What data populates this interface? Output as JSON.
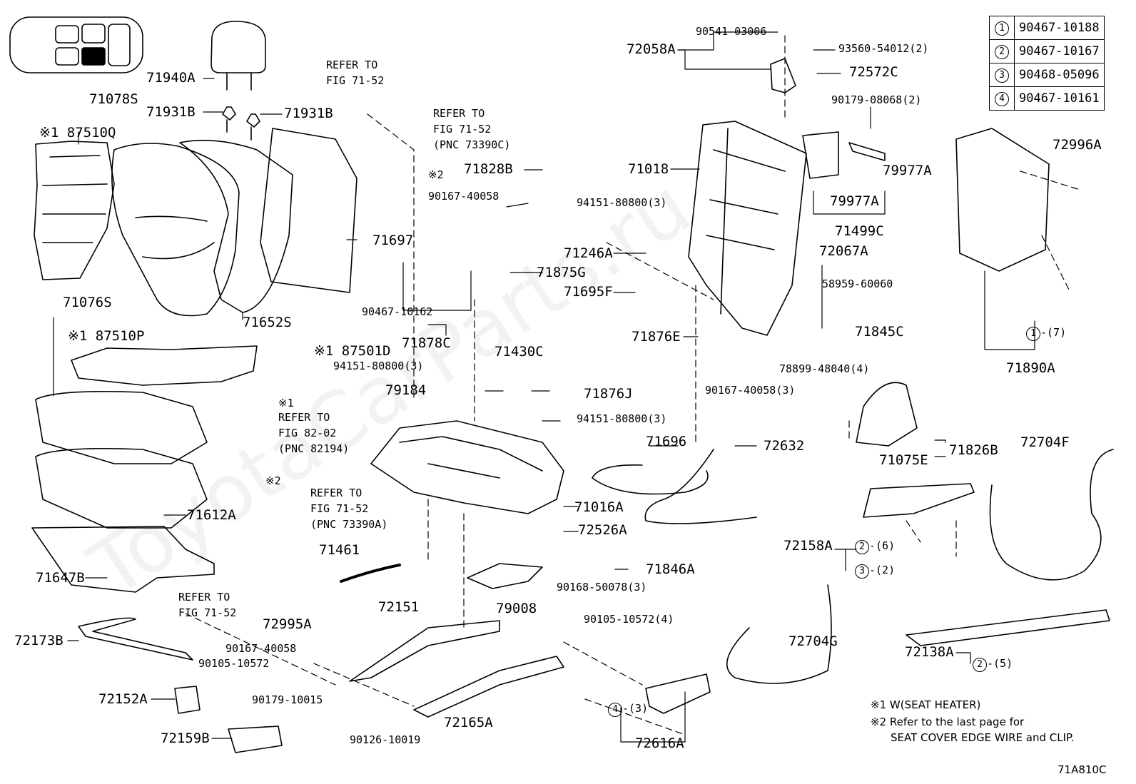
{
  "diagram_code": "71A810C",
  "watermark": "ToyotaCarParts.ru",
  "reference_table": [
    {
      "num": "1",
      "part": "90467-10188"
    },
    {
      "num": "2",
      "part": "90467-10167"
    },
    {
      "num": "3",
      "part": "90468-05096"
    },
    {
      "num": "4",
      "part": "90467-10161"
    }
  ],
  "notes": [
    "※1  W(SEAT  HEATER)",
    "※2  Refer to the last page for",
    "SEAT COVER EDGE WIRE and CLIP."
  ],
  "labels": {
    "l71940A": "71940A",
    "l71078S": "71078S",
    "l71931B_a": "71931B",
    "l71931B_b": "71931B",
    "l87510Q": "※1 87510Q",
    "l71697": "71697",
    "l71652S": "71652S",
    "l71076S": "71076S",
    "l87510P": "※1 87510P",
    "l87501D": "※1  87501D",
    "l71612A": "71612A",
    "l71647B": "71647B",
    "l72173B": "72173B",
    "l72152A": "72152A",
    "l72159B": "72159B",
    "lrefer1a": "REFER TO",
    "lrefer1b": "FIG 71-52",
    "lrefer2a": "REFER TO",
    "lrefer2b": "FIG 71-52",
    "lrefer2c": "(PNC 73390C)",
    "lref2x": "※2",
    "l71828B": "71828B",
    "l90167_40058a": "90167-40058",
    "l90467_10162": "90467-10162",
    "l71875G": "71875G",
    "l71878C": "71878C",
    "l94151a": "94151-80800(3)",
    "l79184": "79184",
    "l71430C": "71430C",
    "l71876J": "71876J",
    "l94151b": "94151-80800(3)",
    "lrefer3a": "※1",
    "lrefer3b": "REFER TO",
    "lrefer3c": "FIG 82-02",
    "lrefer3d": "(PNC 82194)",
    "lref2y": "※2",
    "lrefer4a": "REFER TO",
    "lrefer4b": "FIG 71-52",
    "lrefer4c": "(PNC 73390A)",
    "l71461": "71461",
    "lrefer5a": "REFER TO",
    "lrefer5b": "FIG 71-52",
    "l72995A": "72995A",
    "l90167_40058b": "90167-40058",
    "l90105_10572a": "90105-10572",
    "l72151": "72151",
    "l79008": "79008",
    "l90179_10015": "90179-10015",
    "l90126_10019": "90126-10019",
    "l72165A": "72165A",
    "l90105_10572b": "90105-10572(4)",
    "l72616A": "72616A",
    "l4_3": "-(3)",
    "l71016A": "71016A",
    "l72526A": "72526A",
    "l90168": "90168-50078(3)",
    "l71846A": "71846A",
    "l71696": "71696",
    "l72632": "72632",
    "l72058A": "72058A",
    "l90541": "90541-03006",
    "l93560": "93560-54012(2)",
    "l72572C": "72572C",
    "l90179_08068": "90179-08068(2)",
    "l71018": "71018",
    "l94151c": "94151-80800(3)",
    "l71246A": "71246A",
    "l71695F": "71695F",
    "l71876E": "71876E",
    "l90167_40058c": "90167-40058(3)",
    "l78899": "78899-48040(4)",
    "l79977A_a": "79977A",
    "l79977A_b": "79977A",
    "l71499C": "71499C",
    "l72067A": "72067A",
    "l58959": "58959-60060",
    "l71845C": "71845C",
    "l72996A": "72996A",
    "l1_7": "-(7)",
    "l71890A": "71890A",
    "l71075E": "71075E",
    "l71826B": "71826B",
    "l72704F": "72704F",
    "l72158A": "72158A",
    "l2_6": "-(6)",
    "l3_2": "-(2)",
    "l72704G": "72704G",
    "l72138A": "72138A",
    "l2_5": "-(5)"
  }
}
